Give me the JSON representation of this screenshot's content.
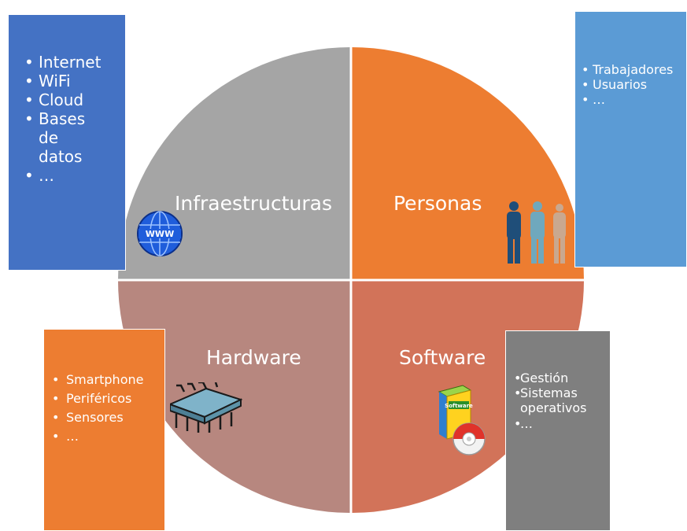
{
  "quadrants": {
    "top_left": {
      "label": "Infraestructuras",
      "color": "#a5a5a5"
    },
    "top_right": {
      "label": "Personas",
      "color": "#ed7d31"
    },
    "bottom_left": {
      "label": "Hardware",
      "color": "#b7877f"
    },
    "bottom_right": {
      "label": "Software",
      "color": "#d27359"
    }
  },
  "boxes": {
    "infraestructuras": {
      "color": "#4472c4",
      "items": [
        "Internet",
        "WiFi",
        "Cloud",
        "Bases de datos",
        "…"
      ]
    },
    "personas": {
      "color": "#5b9bd5",
      "items": [
        "Trabajadores",
        "Usuarios",
        "…"
      ]
    },
    "hardware": {
      "color": "#ed7d31",
      "items": [
        "Smartphone",
        "Periféricos",
        "Sensores",
        "…"
      ]
    },
    "software": {
      "color": "#7f7f7f",
      "items": [
        "Gestión",
        "Sistemas operativos",
        "…"
      ]
    }
  },
  "icons": {
    "globe": "globe-www-icon",
    "people": "people-icon",
    "chip": "microchip-icon",
    "software": "software-box-icon",
    "globe_text": "WWW",
    "software_box_text": "Software"
  }
}
